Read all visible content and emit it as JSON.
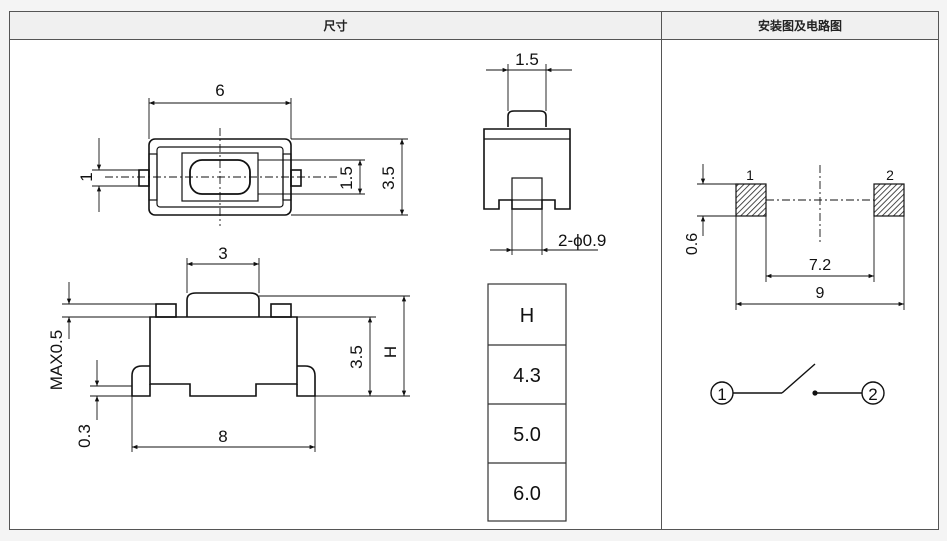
{
  "headers": {
    "dimensions": "尺寸",
    "install_circuit": "安装图及电路图"
  },
  "top_view": {
    "width": "6",
    "slot": "1.5",
    "height": "3.5",
    "lead": "1"
  },
  "side_view": {
    "width": "1.5",
    "hole": "2-ϕ0.9"
  },
  "front_view": {
    "total": "8",
    "button": "3",
    "max": "MAX0.5",
    "height": "3.5",
    "h": "H",
    "foot": "0.3"
  },
  "h_table": {
    "header": "H",
    "rows": [
      "4.3",
      "5.0",
      "6.0"
    ]
  },
  "install": {
    "pin1": "1",
    "pin2": "2",
    "pad": "0.6",
    "inner": "7.2",
    "outer": "9"
  },
  "circuit": {
    "n1": "1",
    "n2": "2"
  }
}
